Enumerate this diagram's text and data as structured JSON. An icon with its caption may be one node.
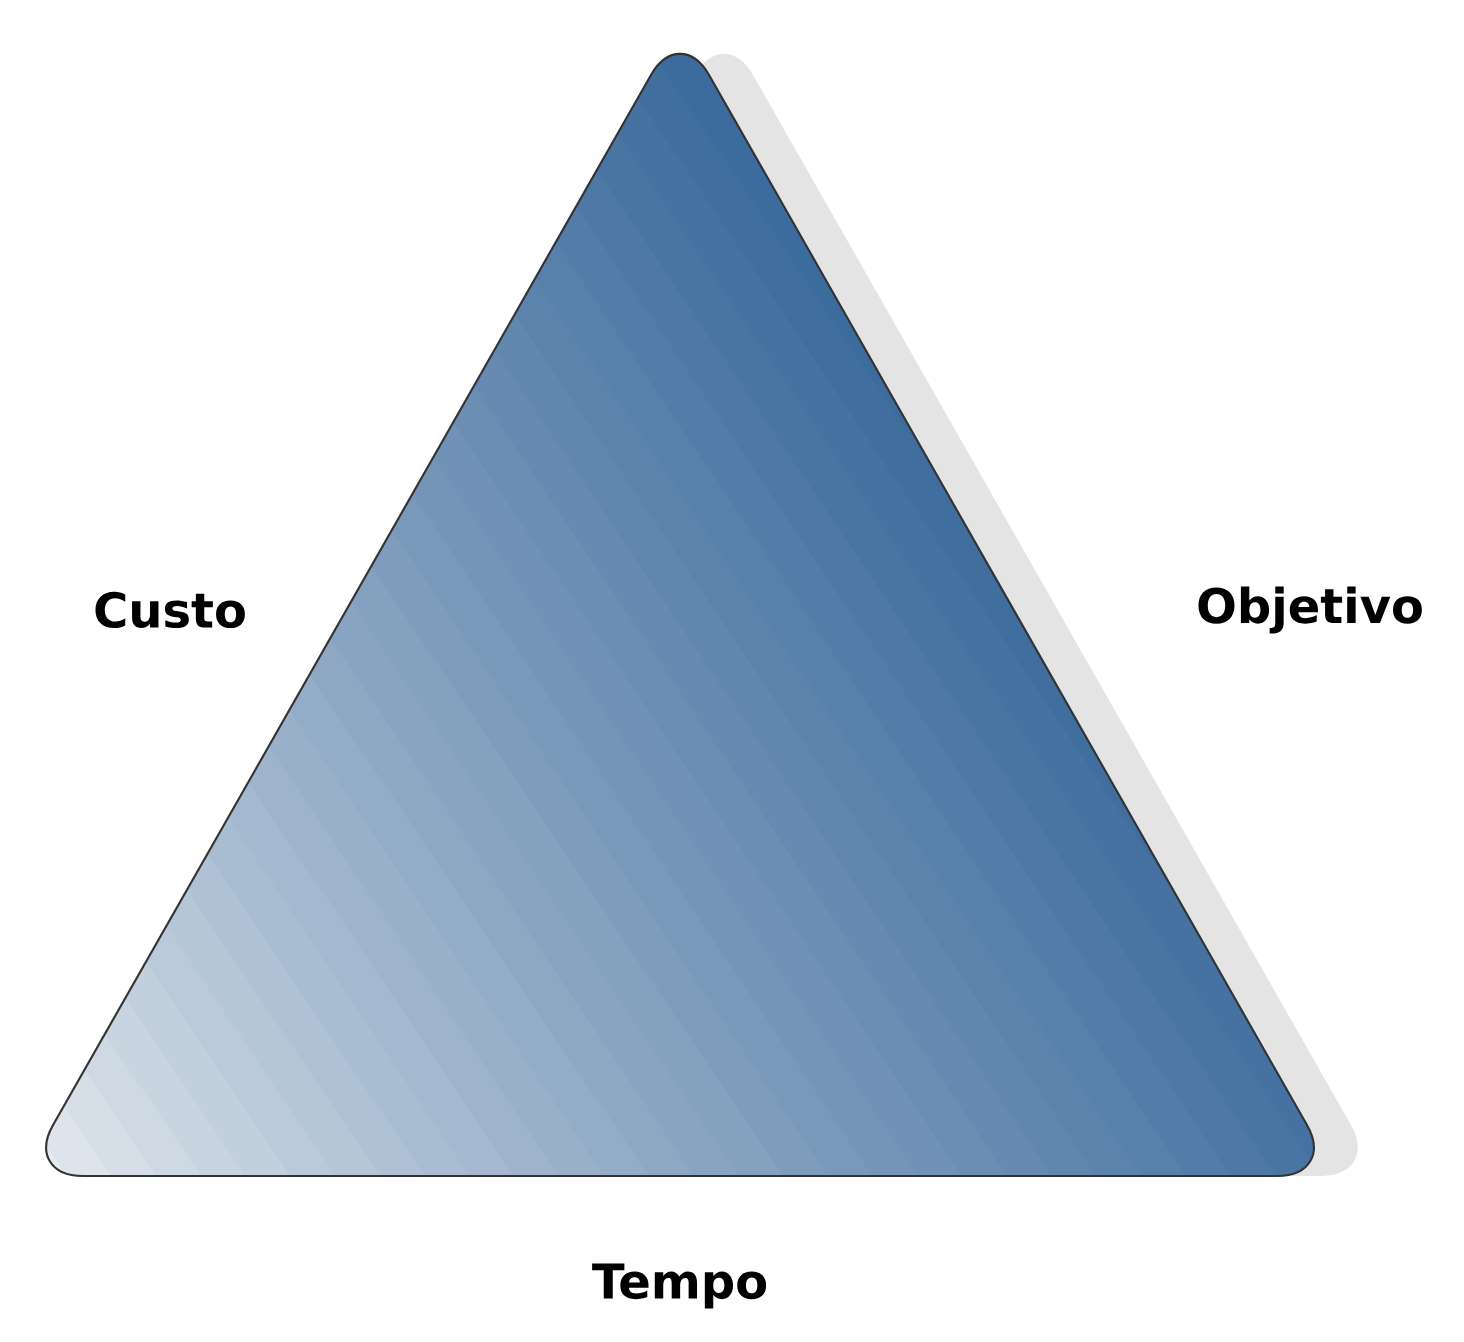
{
  "diagram": {
    "nodes": [
      {
        "text": [],
        "shape": "triangle"
      }
    ],
    "labels": [
      "Custo",
      "Objetivo",
      "Tempo"
    ]
  }
}
